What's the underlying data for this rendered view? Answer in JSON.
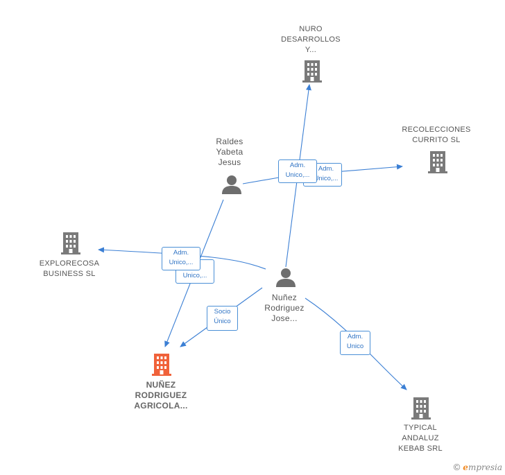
{
  "nodes": {
    "nuro": {
      "label": [
        "NURO",
        "DESARROLLOS",
        "Y..."
      ],
      "type": "company"
    },
    "recolecciones": {
      "label": [
        "RECOLECCIONES",
        "CURRITO  SL"
      ],
      "type": "company"
    },
    "explorecosa": {
      "label": [
        "EXPLORECOSA",
        "BUSINESS  SL"
      ],
      "type": "company"
    },
    "nunez_agricola": {
      "label": [
        "NUÑEZ",
        "RODRIGUEZ",
        "AGRICOLA..."
      ],
      "type": "company-main"
    },
    "typical": {
      "label": [
        "TYPICAL",
        "ANDALUZ",
        "KEBAB SRL"
      ],
      "type": "company"
    },
    "raldes": {
      "label": [
        "Raldes",
        "Yabeta",
        "Jesus"
      ],
      "type": "person"
    },
    "nunez_jose": {
      "label": [
        "Nuñez",
        "Rodriguez",
        "Jose..."
      ],
      "type": "person"
    }
  },
  "edge_labels": {
    "adm1": [
      "Adm.",
      "Unico,..."
    ],
    "adm2": [
      "Adm.",
      "Unico,..."
    ],
    "adm3": [
      "Adm.",
      "Unico,..."
    ],
    "unico": [
      "Unico,..."
    ],
    "socio": [
      "Socio",
      "Único"
    ],
    "adm_unico": [
      "Adm.",
      "Unico"
    ]
  },
  "colors": {
    "edge": "#3b7fd4",
    "company_icon": "#7a7a7a",
    "main_icon": "#f0623a",
    "person_icon": "#6e6e6e"
  },
  "brand": {
    "copyright": "©",
    "first_letter": "e",
    "rest": "mpresia"
  }
}
